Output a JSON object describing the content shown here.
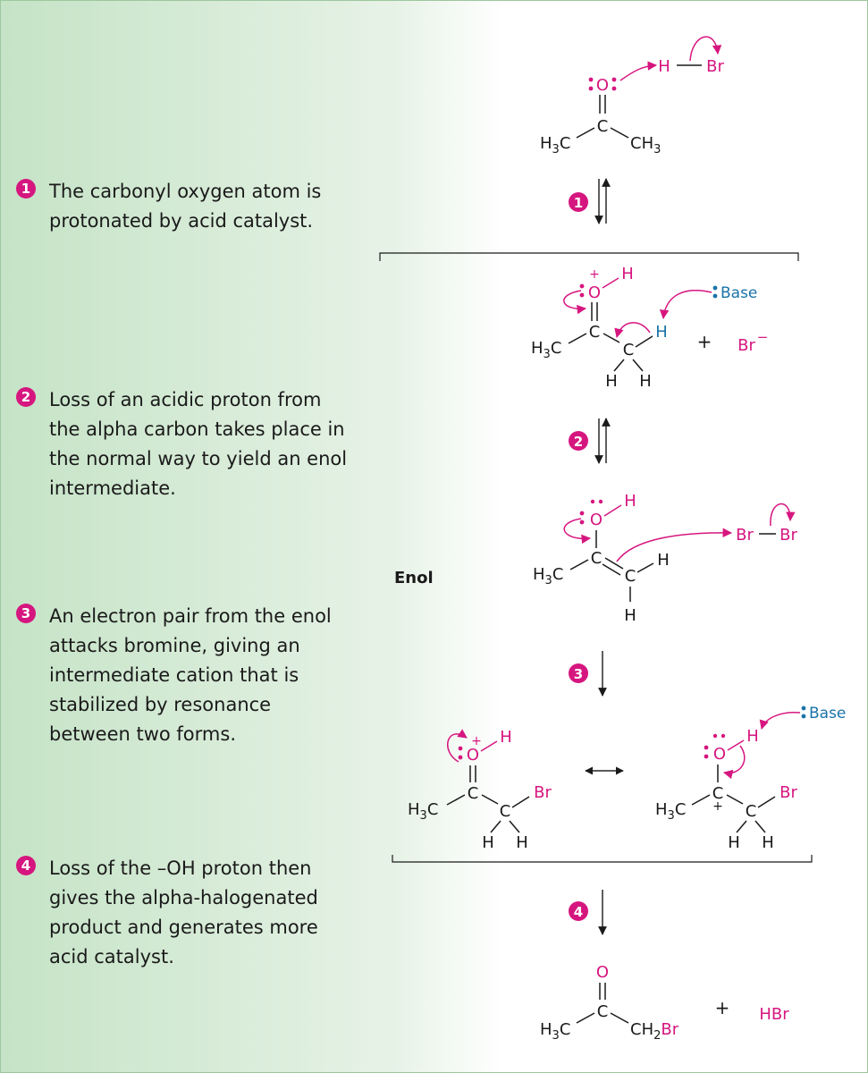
{
  "steps": [
    {
      "num": "1",
      "text": "The carbonyl oxygen atom is protonated by acid catalyst."
    },
    {
      "num": "2",
      "text": "Loss of an acidic proton from the alpha carbon takes place in the normal way to yield an enol intermediate."
    },
    {
      "num": "3",
      "text": "An electron pair from the enol attacks bromine, giving an intermediate cation that is stabilized by resonance between two forms."
    },
    {
      "num": "4",
      "text": "Loss of the –OH proton then gives the alpha-halogenated product and generates more acid catalyst."
    }
  ],
  "labels": {
    "enol": "Enol",
    "base": "Base",
    "plus": "+",
    "br_minus": "Br",
    "minus": "−",
    "hbr": "HBr",
    "br": "Br",
    "o": "O",
    "c": "C",
    "h": "H",
    "h3c": "H3C",
    "ch3": "CH3",
    "ch2br": "CH2Br"
  },
  "colors": {
    "accent": "#d6167f",
    "base": "#1a73a8",
    "text": "#1a1a1a"
  }
}
